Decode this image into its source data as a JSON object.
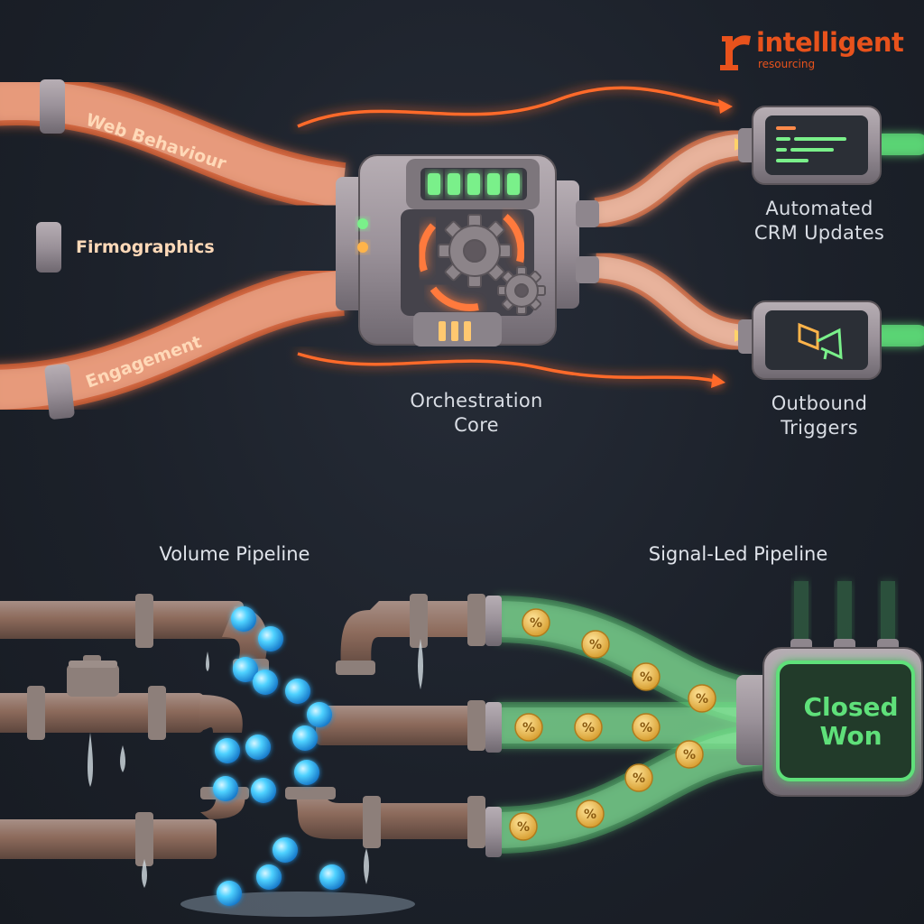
{
  "brand": {
    "logo_mark": "r",
    "logo_word": "intelligent",
    "logo_sub": "resourcing",
    "color": "#e8521c"
  },
  "inputs": [
    {
      "label": "Web Behaviour"
    },
    {
      "label": "Firmographics"
    },
    {
      "label": "Engagement"
    }
  ],
  "core": {
    "label": "Orchestration\nCore"
  },
  "outputs": [
    {
      "label": "Automated\nCRM Updates",
      "icon": "terminal-screen-icon"
    },
    {
      "label": "Outbound\nTriggers",
      "icon": "megaphone-icon"
    }
  ],
  "bottom": {
    "left_title": "Volume Pipeline",
    "right_title": "Signal-Led Pipeline",
    "outcome": "Closed\nWon",
    "coin_symbol": "%"
  },
  "colors": {
    "glow_orange": "#ff7a3c",
    "glow_green": "#5fe07a",
    "water_blue": "#38c8ff",
    "rust": "#8a5a42",
    "background": "#1b2029"
  }
}
